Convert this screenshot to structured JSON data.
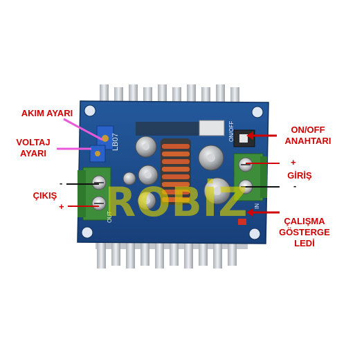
{
  "labels": {
    "akim_ayari": "AKIM AYARI",
    "voltaj_line1": "VOLTAJ",
    "voltaj_line2": "AYARI",
    "cikis": "ÇIKIŞ",
    "onoff_line1": "ON/OFF",
    "onoff_line2": "ANAHTARI",
    "giris": "GİRİŞ",
    "calisma_line1": "ÇALIŞMA",
    "calisma_line2": "GÖSTERGE",
    "calisma_line3": "LEDİ"
  },
  "polarity": {
    "output_minus": "-",
    "output_plus": "+",
    "input_plus": "+",
    "input_minus": "-"
  },
  "board_text": {
    "model": "LB07",
    "switch": "ON/OFF",
    "in": "IN",
    "out": "OUT"
  },
  "watermark": "ROBİZ",
  "colors": {
    "label_red": "#d00000",
    "pcb_blue": "#1e4f8f",
    "terminal_green": "#3e8d3a",
    "pointer_pink": "#e85ad8",
    "heatsink": "#d2d6da",
    "watermark": "#d8d000"
  }
}
